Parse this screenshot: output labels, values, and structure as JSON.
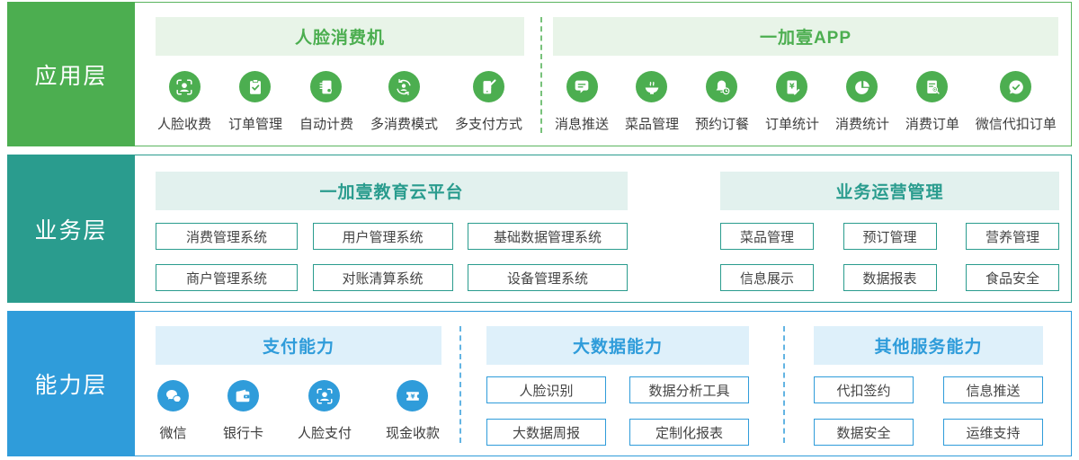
{
  "layers": [
    {
      "label": "应用层",
      "accent": "#4cae50",
      "header_bg": "#e8f4e8",
      "groups": [
        {
          "title": "人脸消费机",
          "items": [
            {
              "label": "人脸收费",
              "icon": "face-scan-icon"
            },
            {
              "label": "订单管理",
              "icon": "clipboard-check-icon"
            },
            {
              "label": "自动计费",
              "icon": "auto-billing-icon"
            },
            {
              "label": "多消费模式",
              "icon": "multi-mode-icon"
            },
            {
              "label": "多支付方式",
              "icon": "phone-edit-icon"
            }
          ]
        },
        {
          "title": "一加壹APP",
          "items": [
            {
              "label": "消息推送",
              "icon": "message-push-icon"
            },
            {
              "label": "菜品管理",
              "icon": "dish-bowl-icon"
            },
            {
              "label": "预约订餐",
              "icon": "bell-clock-icon"
            },
            {
              "label": "订单统计",
              "icon": "order-stats-icon"
            },
            {
              "label": "消费统计",
              "icon": "pie-chart-icon"
            },
            {
              "label": "消费订单",
              "icon": "doc-search-icon"
            },
            {
              "label": "微信代扣订单",
              "icon": "wechat-check-icon"
            }
          ]
        }
      ]
    },
    {
      "label": "业务层",
      "accent": "#2a9c8e",
      "header_bg": "#e2f1ee",
      "groups": [
        {
          "title": "一加壹教育云平台",
          "items": [
            {
              "label": "消费管理系统"
            },
            {
              "label": "用户管理系统"
            },
            {
              "label": "基础数据管理系统"
            },
            {
              "label": "商户管理系统"
            },
            {
              "label": "对账清算系统"
            },
            {
              "label": "设备管理系统"
            }
          ]
        },
        {
          "title": "业务运营管理",
          "items": [
            {
              "label": "菜品管理"
            },
            {
              "label": "预订管理"
            },
            {
              "label": "营养管理"
            },
            {
              "label": "信息展示"
            },
            {
              "label": "数据报表"
            },
            {
              "label": "食品安全"
            }
          ]
        }
      ]
    },
    {
      "label": "能力层",
      "accent": "#2f9cda",
      "header_bg": "#def0fa",
      "groups": [
        {
          "title": "支付能力",
          "items": [
            {
              "label": "微信",
              "icon": "wechat-icon"
            },
            {
              "label": "银行卡",
              "icon": "wallet-icon"
            },
            {
              "label": "人脸支付",
              "icon": "face-pay-icon"
            },
            {
              "label": "现金收款",
              "icon": "cash-ticket-icon"
            }
          ]
        },
        {
          "title": "大数据能力",
          "items": [
            {
              "label": "人脸识别"
            },
            {
              "label": "数据分析工具"
            },
            {
              "label": "大数据周报"
            },
            {
              "label": "定制化报表"
            }
          ]
        },
        {
          "title": "其他服务能力",
          "items": [
            {
              "label": "代扣签约"
            },
            {
              "label": "信息推送"
            },
            {
              "label": "数据安全"
            },
            {
              "label": "运维支持"
            }
          ]
        }
      ]
    }
  ]
}
